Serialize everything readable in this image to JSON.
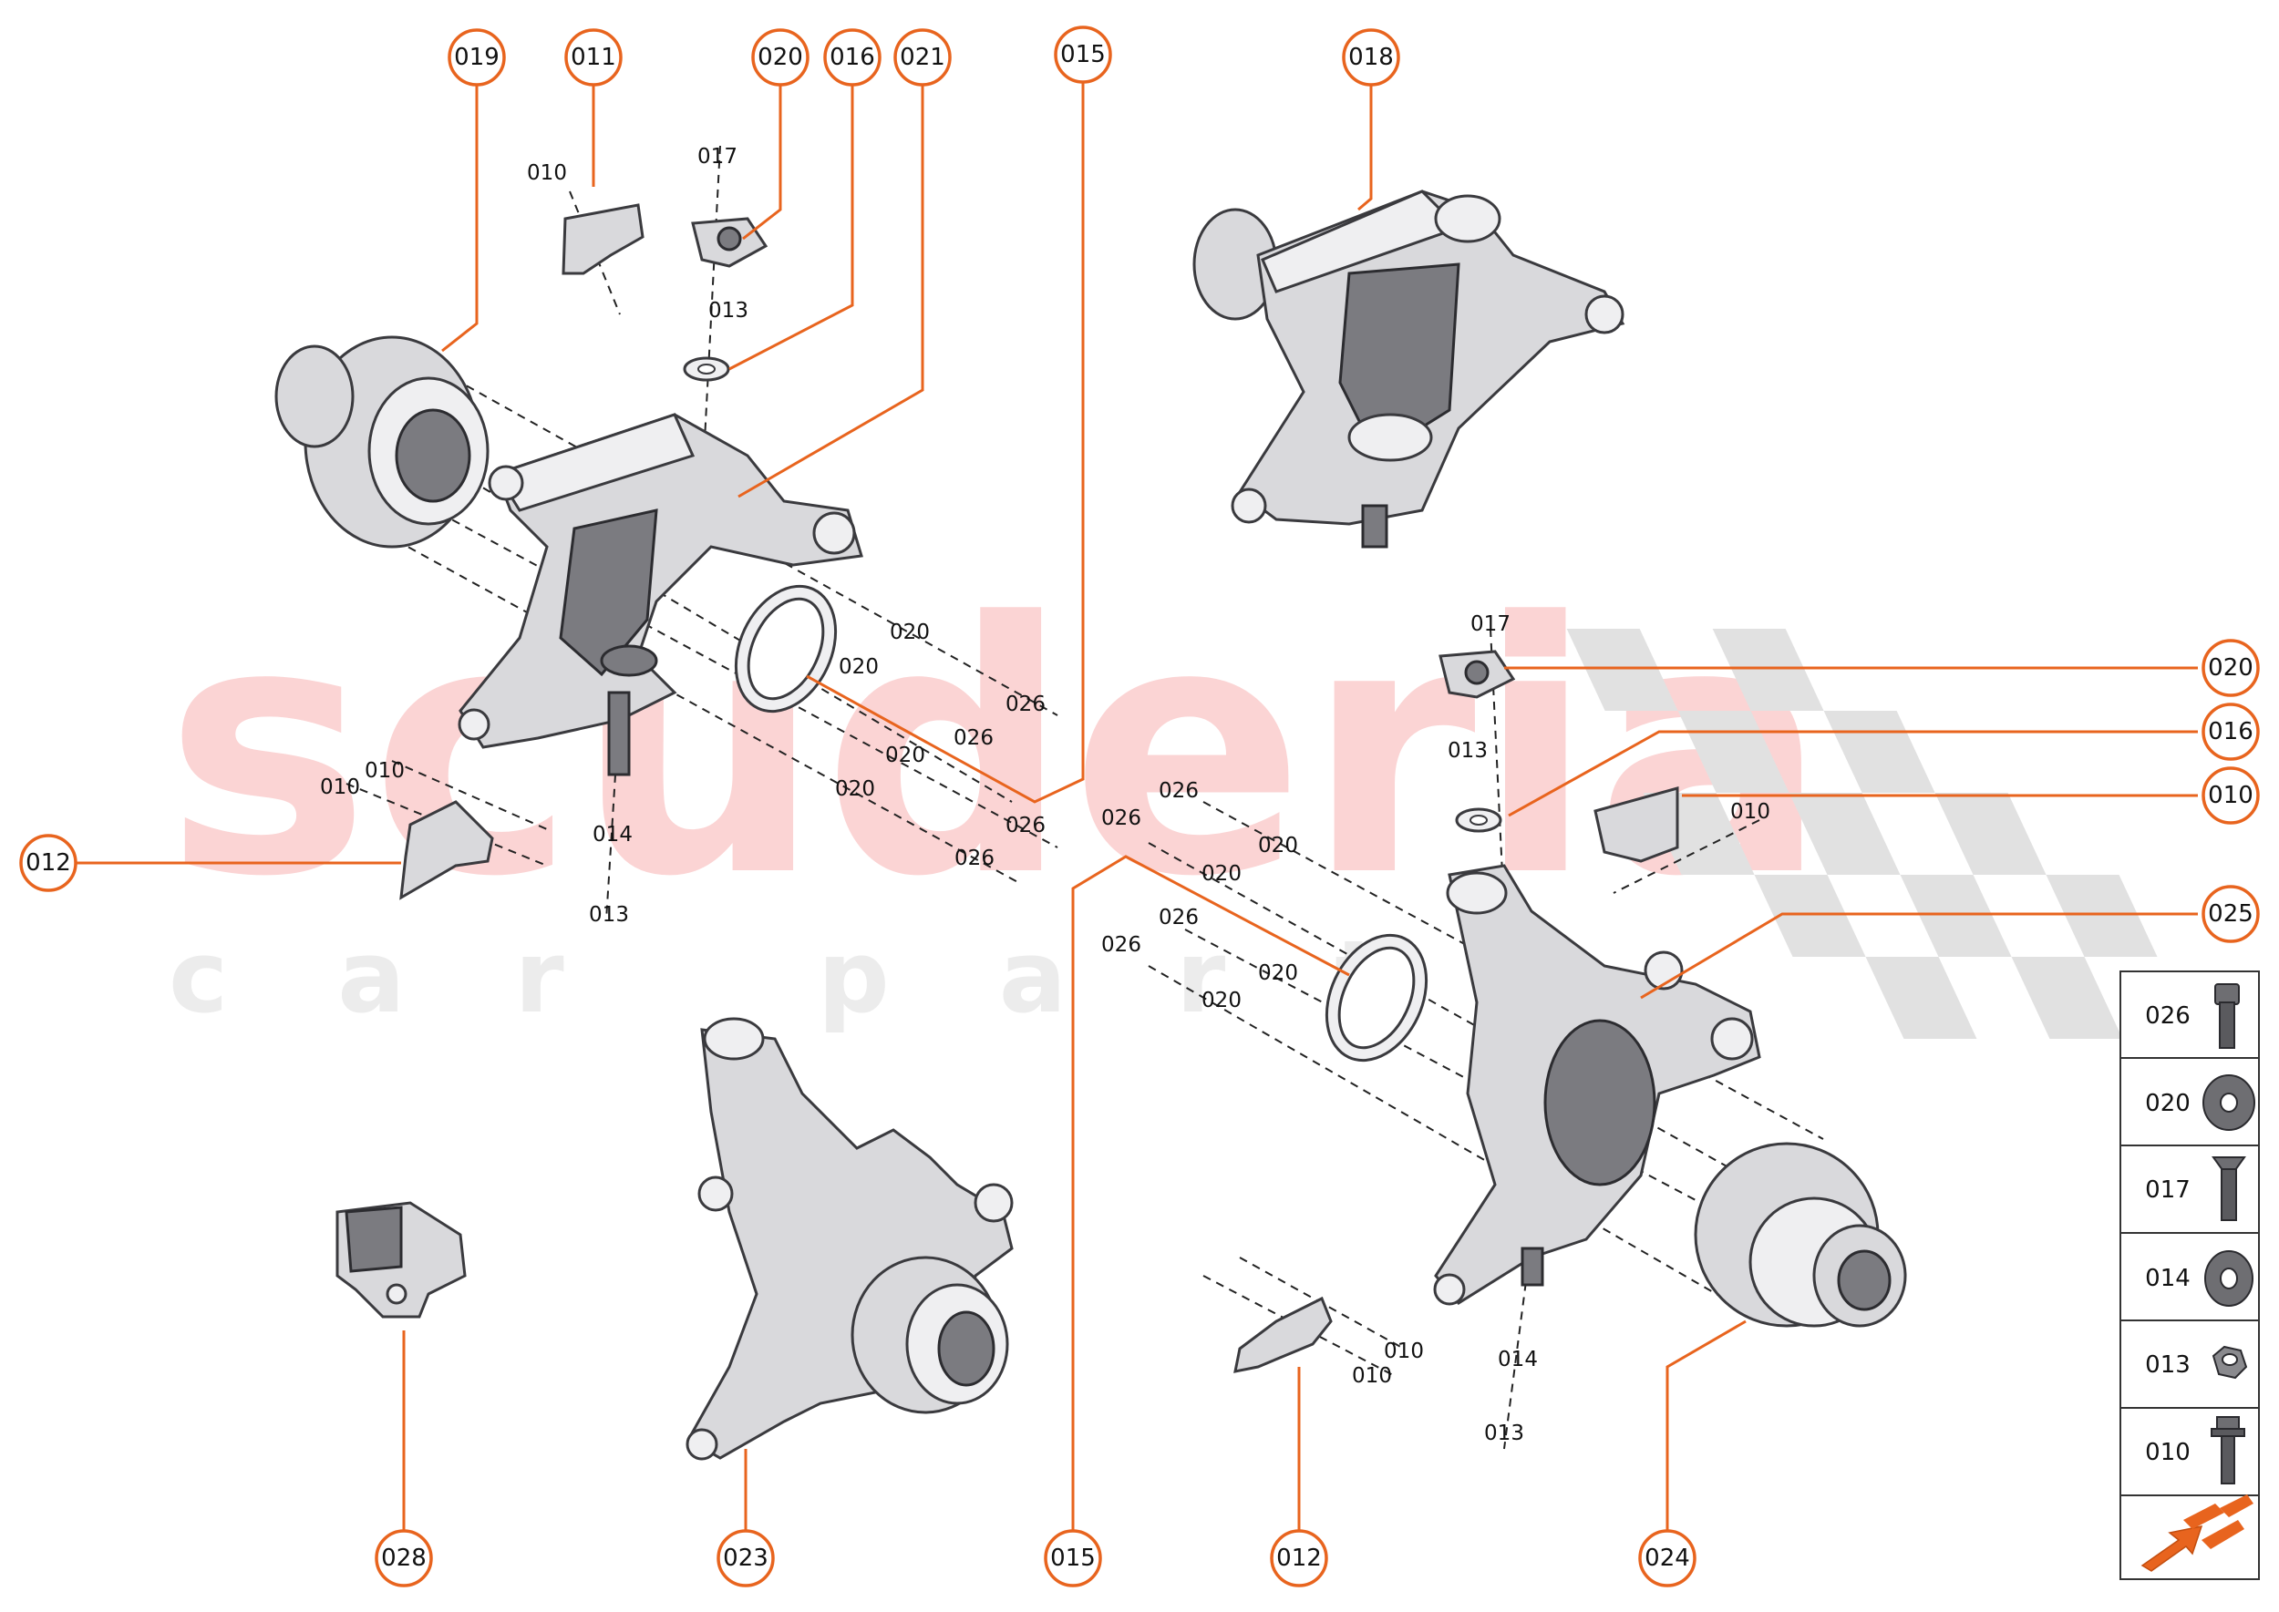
{
  "watermark": {
    "main": "scuderia",
    "sub": "car parts"
  },
  "callouts": [
    {
      "id": "c019a",
      "label": "019"
    },
    {
      "id": "c011a",
      "label": "011"
    },
    {
      "id": "c020a",
      "label": "020"
    },
    {
      "id": "c016a",
      "label": "016"
    },
    {
      "id": "c021a",
      "label": "021"
    },
    {
      "id": "c015a",
      "label": "015"
    },
    {
      "id": "c018a",
      "label": "018"
    },
    {
      "id": "c012a",
      "label": "012"
    },
    {
      "id": "c020b",
      "label": "020"
    },
    {
      "id": "c016b",
      "label": "016"
    },
    {
      "id": "c010a",
      "label": "010"
    },
    {
      "id": "c025a",
      "label": "025"
    },
    {
      "id": "c028a",
      "label": "028"
    },
    {
      "id": "c023a",
      "label": "023"
    },
    {
      "id": "c015b",
      "label": "015"
    },
    {
      "id": "c012b",
      "label": "012"
    },
    {
      "id": "c024a",
      "label": "024"
    }
  ],
  "part_labels": [
    "010",
    "017",
    "013",
    "020",
    "026",
    "020",
    "026",
    "020",
    "026",
    "020",
    "026",
    "010",
    "010",
    "014",
    "013",
    "017",
    "013",
    "010",
    "026",
    "020",
    "026",
    "020",
    "026",
    "020",
    "026",
    "020",
    "010",
    "010",
    "014",
    "013"
  ],
  "legend": [
    {
      "code": "026",
      "icon": "socket-cap-bolt-icon"
    },
    {
      "code": "020",
      "icon": "flat-washer-icon"
    },
    {
      "code": "017",
      "icon": "countersunk-bolt-icon"
    },
    {
      "code": "014",
      "icon": "washer-icon"
    },
    {
      "code": "013",
      "icon": "hex-nut-icon"
    },
    {
      "code": "010",
      "icon": "flange-bolt-icon"
    }
  ],
  "nav": {
    "icon": "next-page-arrow-icon"
  },
  "colors": {
    "accent": "#e8641e",
    "watermark": "#fbd4d4",
    "line": "#222222"
  }
}
